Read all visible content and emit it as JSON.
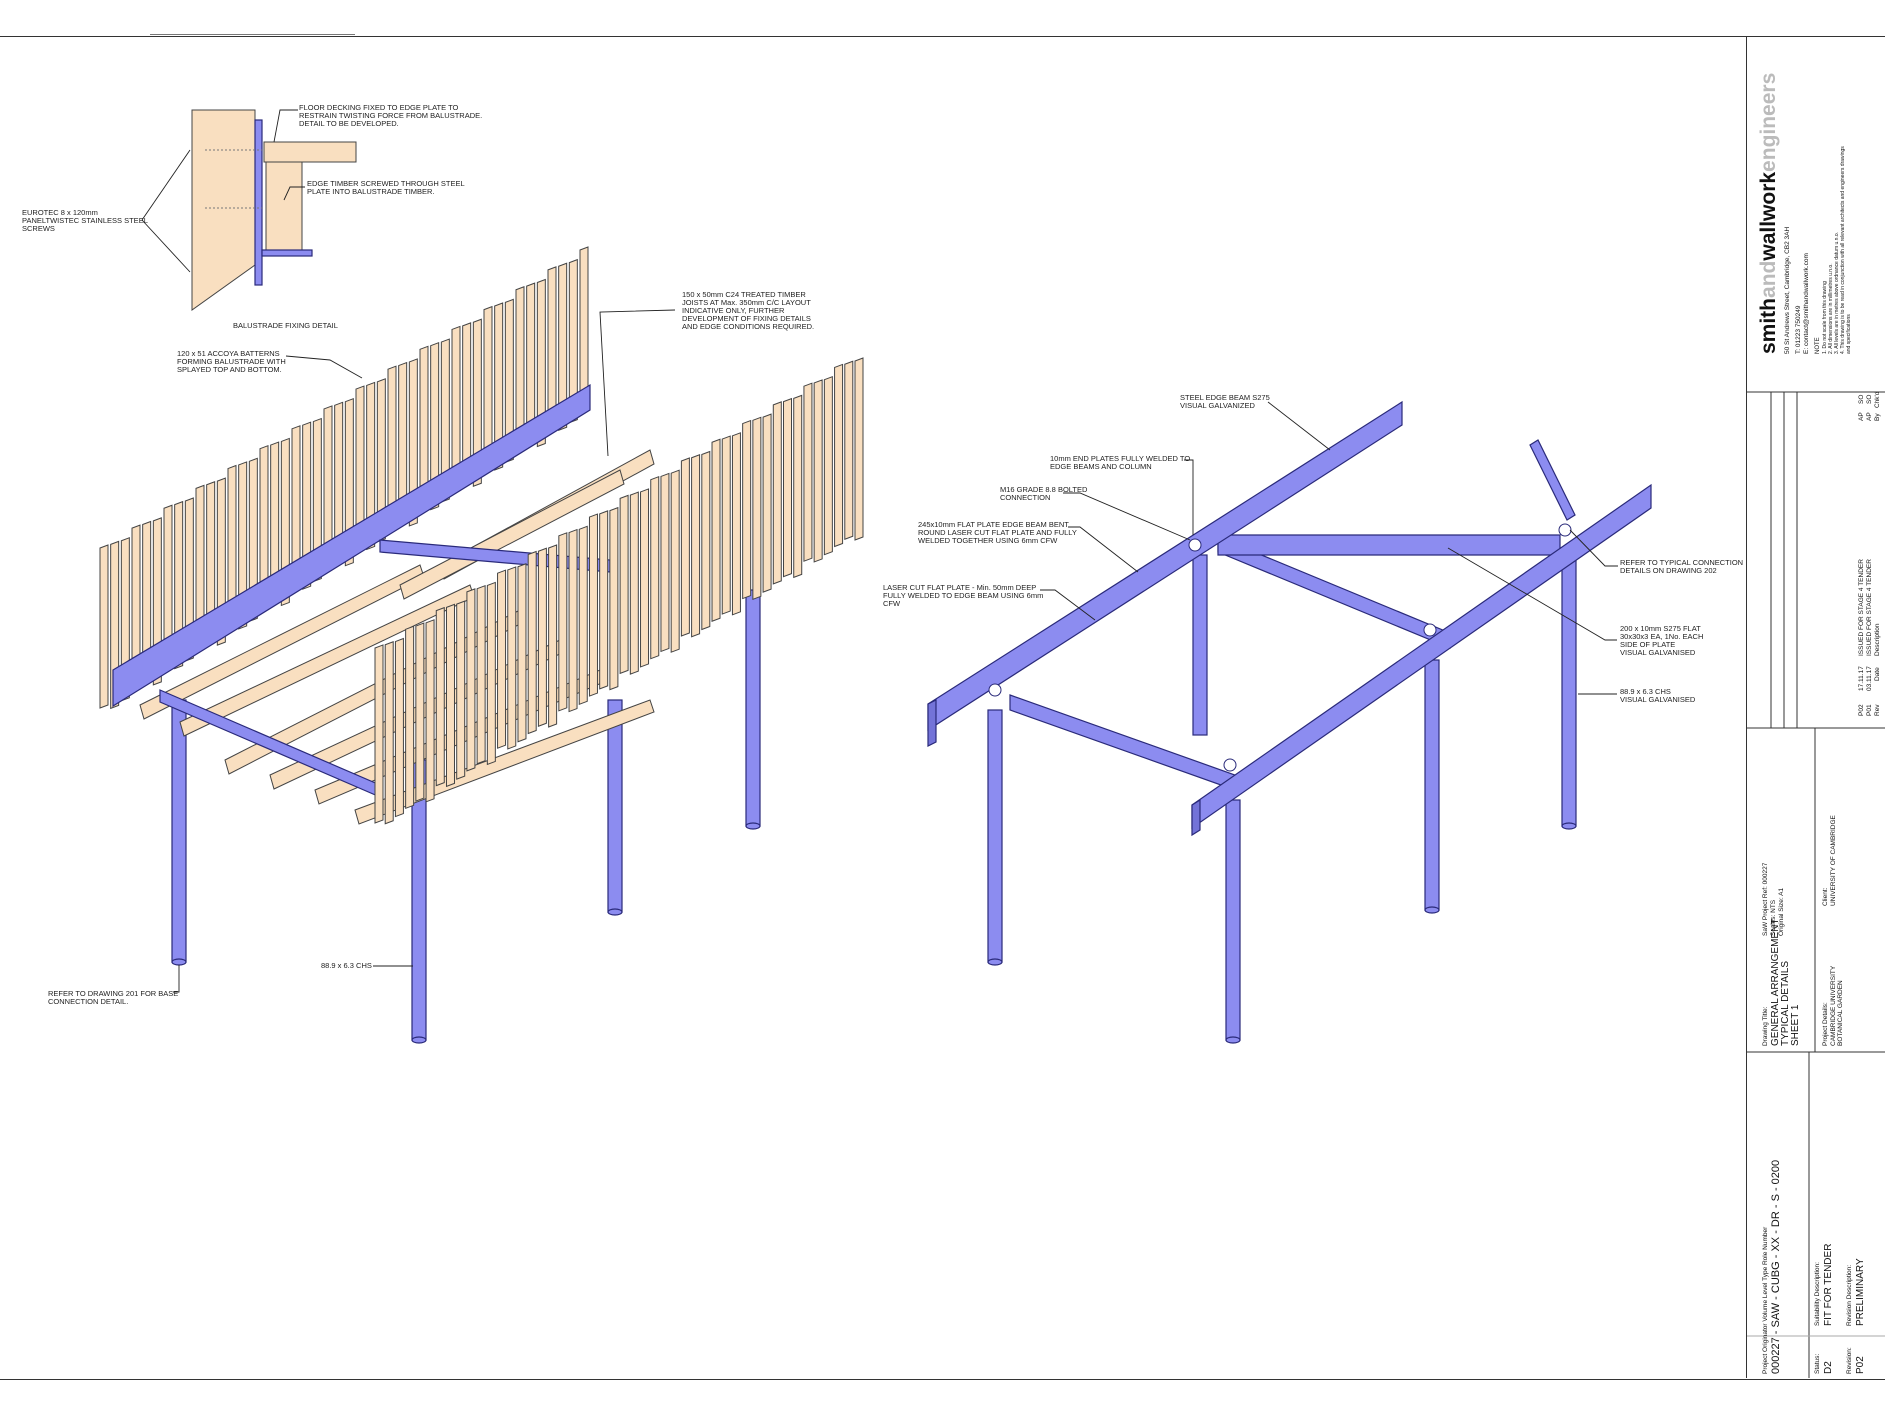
{
  "left_labels": {
    "floor_decking": [
      "FLOOR DECKING FIXED TO EDGE PLATE TO",
      "RESTRAIN TWISTING FORCE FROM BALUSTRADE.",
      "DETAIL TO BE DEVELOPED."
    ],
    "edge_timber": [
      "EDGE TIMBER SCREWED THROUGH STEEL",
      "PLATE INTO BALUSTRADE TIMBER."
    ],
    "eurotec": [
      "EUROTEC 8 x 120mm",
      "PANELTWISTEC STAINLESS STEEL",
      "SCREWS"
    ],
    "fixing_detail": "BALUSTRADE FIXING DETAIL",
    "joists": [
      "150 x 50mm C24 TREATED TIMBER",
      "JOISTS AT Max. 350mm C/C LAYOUT",
      "INDICATIVE ONLY, FURTHER",
      "DEVELOPMENT OF FIXING DETAILS",
      "AND EDGE CONDITIONS REQUIRED."
    ],
    "battens": [
      "120 x 51 ACCOYA BATTERNS",
      "FORMING BALUSTRADE WITH",
      "SPLAYED TOP AND BOTTOM."
    ],
    "chs": "88.9 x 6.3 CHS",
    "base": [
      "REFER TO DRAWING 201 FOR BASE",
      "CONNECTION DETAIL."
    ]
  },
  "right_labels": {
    "edge_beam": [
      "STEEL EDGE BEAM S275",
      "VISUAL GALVANIZED"
    ],
    "end_plates": [
      "10mm END PLATES FULLY WELDED TO",
      "EDGE BEAMS AND COLUMN"
    ],
    "m16": [
      "M16 GRADE 8.8 BOLTED",
      "CONNECTION"
    ],
    "flat_plate": [
      "245x10mm FLAT PLATE EDGE BEAM BENT",
      "ROUND LASER CUT FLAT PLATE AND FULLY",
      "WELDED TOGETHER USING 6mm CFW"
    ],
    "laser_cut": [
      "LASER CUT FLAT PLATE - Min. 50mm DEEP",
      "FULLY WELDED TO EDGE BEAM USING 6mm",
      "CFW"
    ],
    "typical_conn": [
      "REFER TO TYPICAL CONNECTION",
      "DETAILS ON DRAWING 202"
    ],
    "flat_200": [
      "200 x 10mm S275 FLAT",
      "30x30x3 EA, 1No. EACH",
      "SIDE OF PLATE",
      "VISUAL GALVANISED"
    ],
    "chs": [
      "88.9 x 6.3 CHS",
      "VISUAL GALVANISED"
    ]
  },
  "title_block": {
    "brand_smith": "smith",
    "brand_and": "and",
    "brand_wallwork": "wallwork",
    "brand_engineers": "engineers",
    "address": "50 St Andrews Street, Cambridge, CB2 3AH",
    "tel": "T:    01223 750249",
    "email": "E:    contact@smithandwallwork.com",
    "note_title": "NOTE",
    "notes": [
      "1. Do not scale from this drawing",
      "2. All dimensions are in millimetres u.n.o.",
      "3. All levels are in metres above ordnance datum u.n.o.",
      "4. This drawing is to be read in conjunction with all relevant architects and engineers drawings",
      "    and specifications"
    ],
    "revisions": [
      {
        "rev": "P02",
        "date": "17.11.17",
        "desc": "ISSUED FOR STAGE 4 TENDER",
        "by": "AP",
        "chkd": "SO"
      },
      {
        "rev": "P01",
        "date": "03.11.17",
        "desc": "ISSUED FOR STAGE 4 TENDER",
        "by": "AP",
        "chkd": "SO"
      }
    ],
    "rev_headers": {
      "rev": "Rev",
      "date": "Date",
      "desc": "Description",
      "by": "By",
      "chkd": "Chk'd"
    },
    "project_ref_label": "SaW Project Ref:",
    "project_ref": "000227",
    "scales_label": "Scales:",
    "scales": "NTS",
    "orig_size_label": "Original Size:",
    "orig_size": "A1",
    "drawing_title_label": "Drawing Title:",
    "drawing_title": [
      "GENERAL ARRANGEMENT",
      "TYPICAL DETAILS",
      "SHEET 1"
    ],
    "project_details_label": "Project Details:",
    "project_details": [
      "CAMBRIDGE UNIVERSITY",
      "BOTANICAL GARDEN"
    ],
    "client_label": "Client:",
    "client": "UNIVERSITY OF CAMBRIDGE",
    "code_headers": "Project     Originator  Volume    Level      Type     Role     Number",
    "code_value": "000227  -  SAW  - CUBG -  XX  -  DR  -  S  -  0200",
    "status_label": "Status:",
    "status": "D2",
    "suitability_label": "Suitability Description:",
    "suitability": "FIT FOR TENDER",
    "revision_label": "Revision:",
    "revision": "P02",
    "revision_desc_label": "Revision Description:",
    "revision_desc": "PRELIMINARY"
  },
  "colors": {
    "steel": "#8c8cf0",
    "steel_edge": "#2a2a7a",
    "timber": "#f9dfc0",
    "timber_edge": "#444444"
  }
}
